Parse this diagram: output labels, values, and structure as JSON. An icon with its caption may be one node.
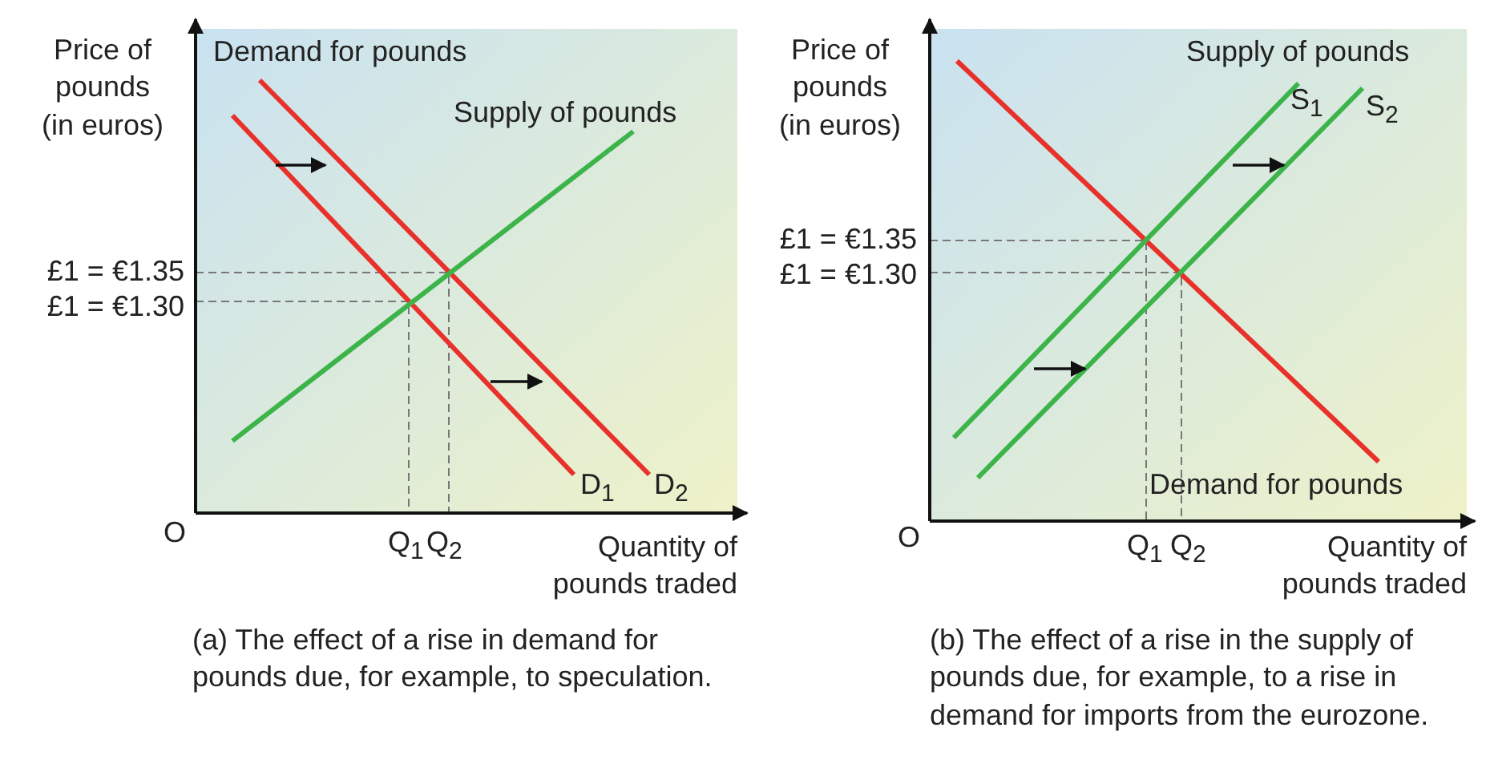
{
  "diagram": {
    "labels": [
      "Price of pounds (in euros)",
      "Demand for pounds",
      "Supply of pounds",
      "£1 = €1.35",
      "£1 = €1.30",
      "D$_{1}$",
      "D$_{2}$",
      "O",
      "Q$_{1}$",
      "Q$_{2}$",
      "Quantity of pounds traded",
      "(a) The effect of a rise in demand for pounds due, for example, to speculation.",
      "Price of pounds (in euros)",
      "Supply of pounds",
      "S$_{1}$",
      "S$_{2}$",
      "£1 = €1.35",
      "£1 = €1.30",
      "Demand for pounds",
      "O",
      "Q$_{1}$",
      "Q$_{2}$",
      "Quantity of pounds traded",
      "(b) The effect of a rise in the supply of pounds due, for example, to a rise in demand for imports from the eurozone."
    ]
  }
}
